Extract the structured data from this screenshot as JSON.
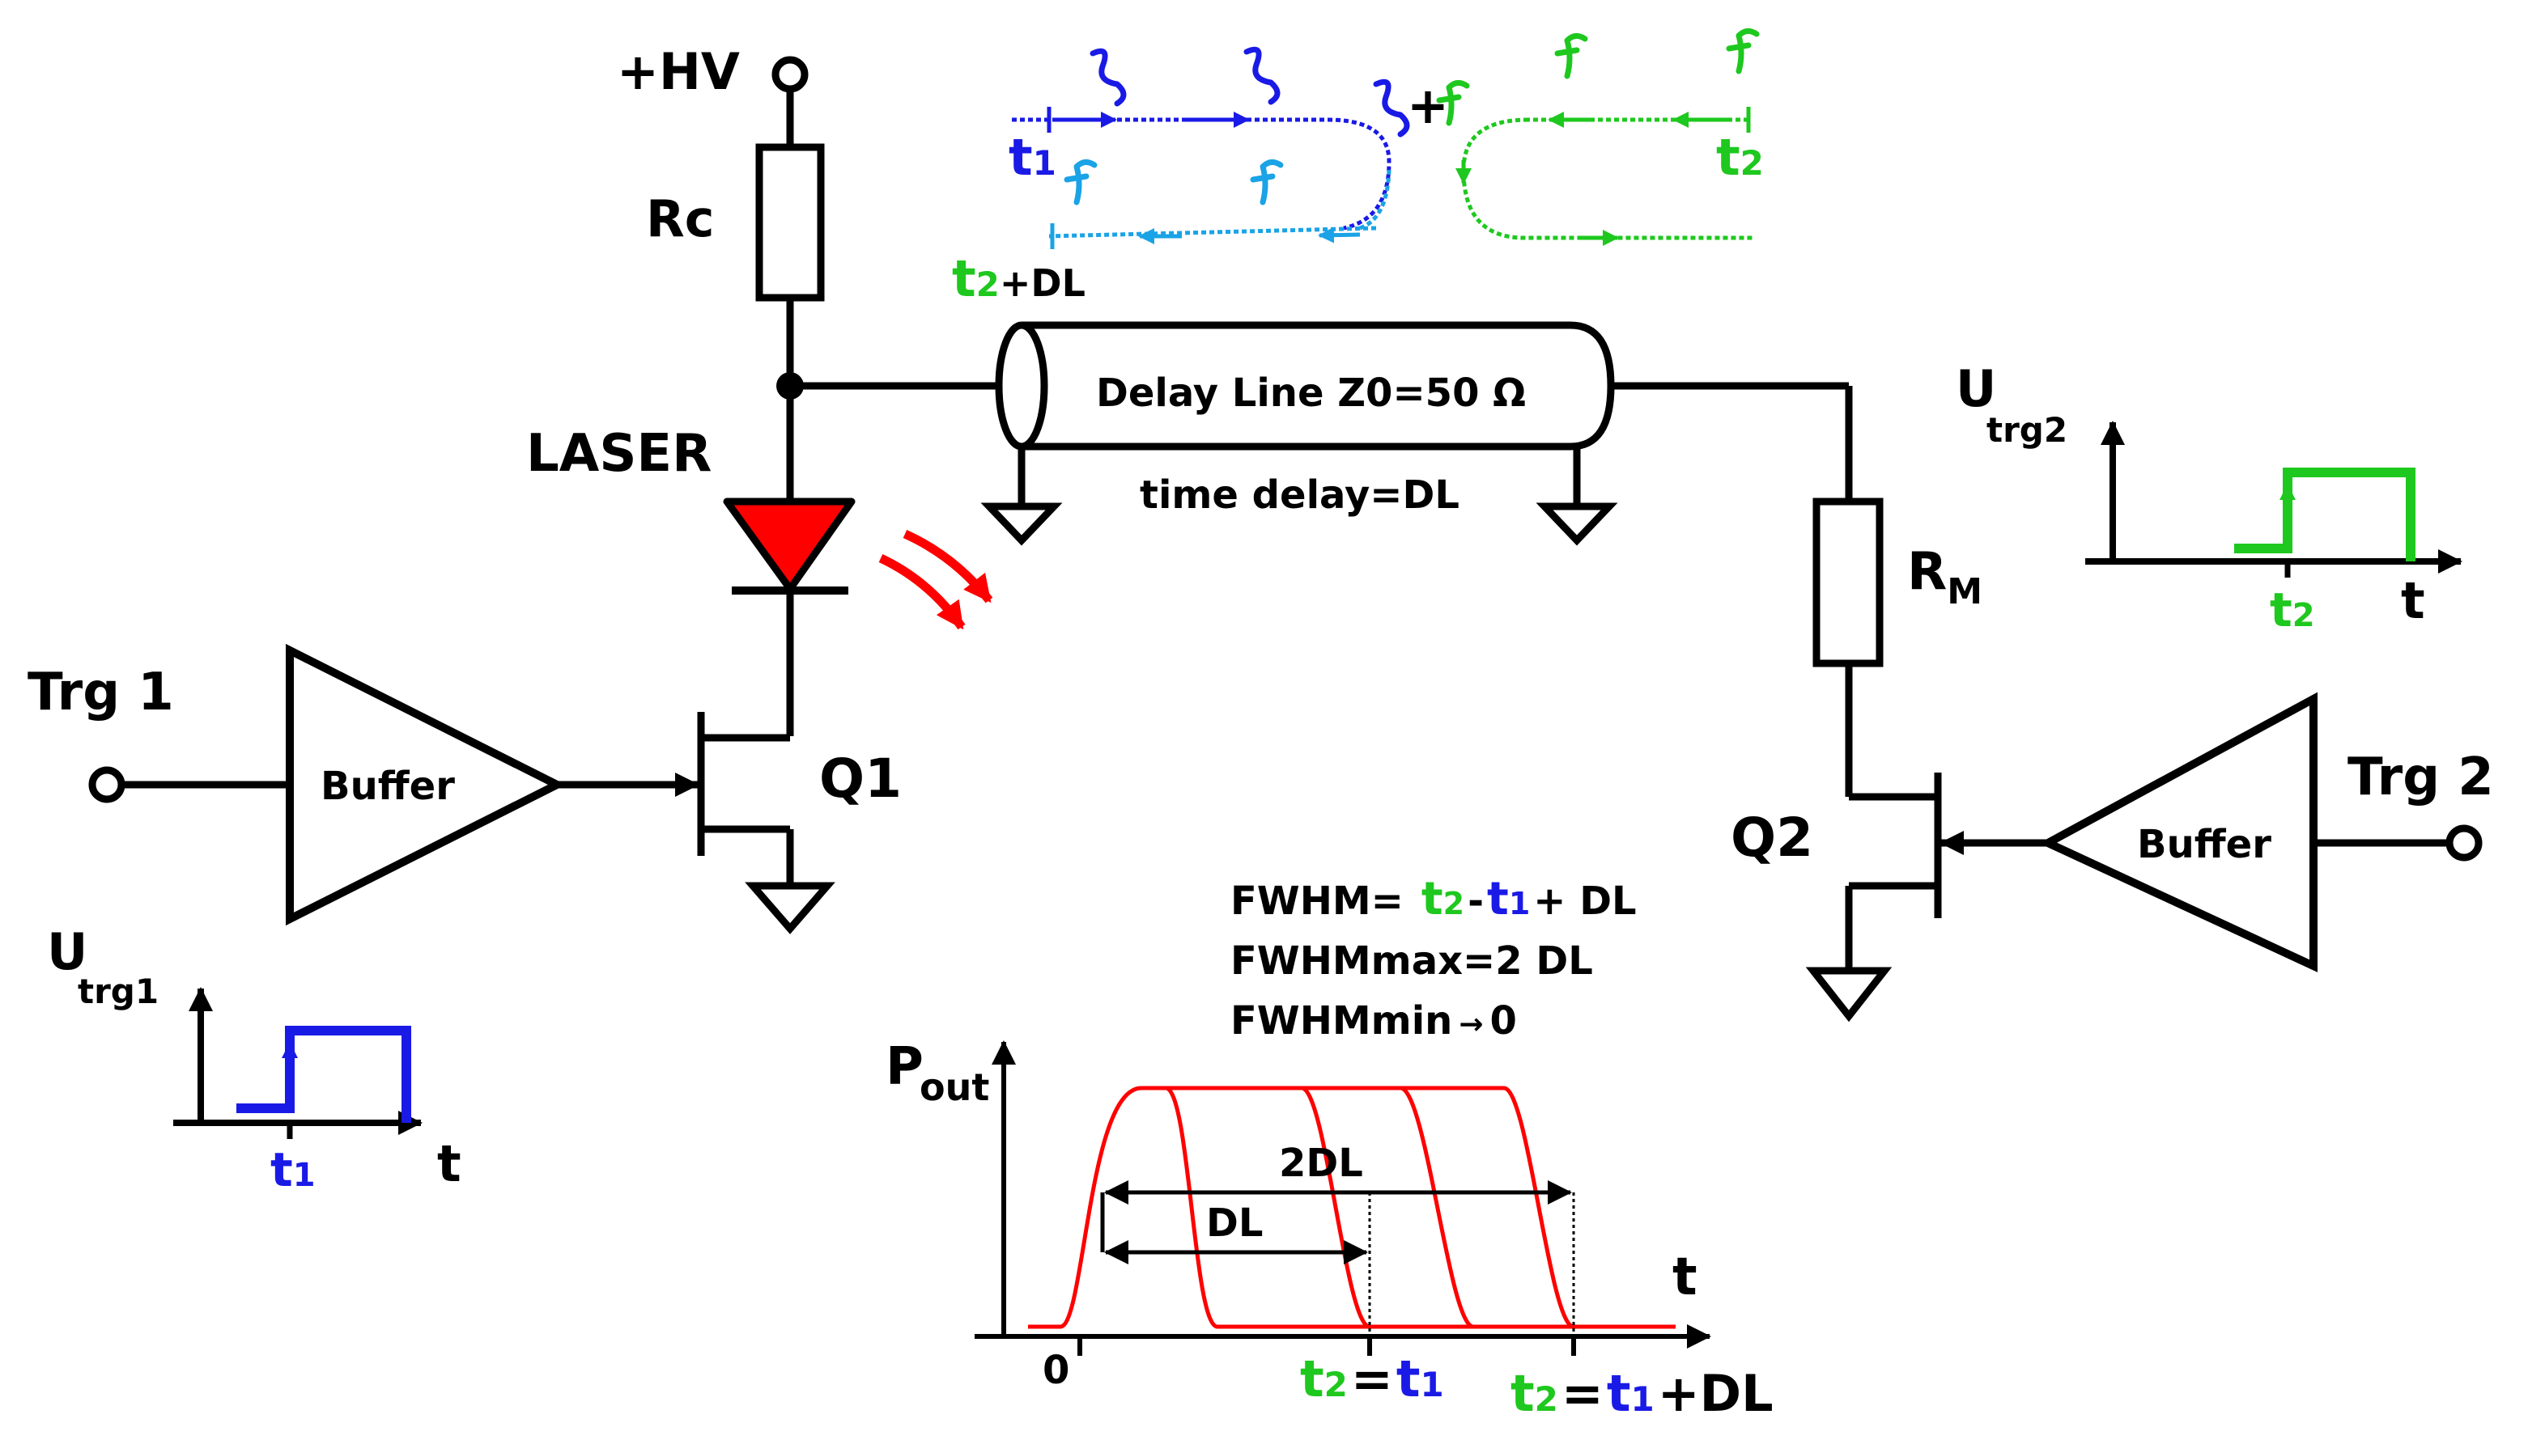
{
  "colors": {
    "ink": "#000000",
    "blue": "#1a1ae6",
    "lightblue": "#1aa3e6",
    "green": "#1ec81e",
    "red": "#ff0000"
  },
  "labels": {
    "hv": "+HV",
    "rc": "Rc",
    "laser": "LASER",
    "trg1": "Trg 1",
    "trg2": "Trg 2",
    "buffer": "Buffer",
    "q1": "Q1",
    "q2": "Q2",
    "rm": "R",
    "rm_sub": "M",
    "delay_line": "Delay Line Z0=50 Ω",
    "time_delay": "time delay=DL",
    "t1_sym": "t",
    "t1_sub": "1",
    "t2_sym": "t",
    "t2_sub": "2",
    "t2_dl": "+DL",
    "plus": "+",
    "u": "U",
    "utrg1_sub": "trg1",
    "utrg2_sub": "trg2",
    "t_axis": "t",
    "fwhm_prefix": "FWHM=",
    "minus": "-",
    "fwhm_suffix": "+ DL",
    "fwhm_max": "FWHMmax=2 DL",
    "fwhm_min": "FWHMmin",
    "fwhm_min_arrow": "→",
    "fwhm_min_value": "0",
    "p": "P",
    "p_sub": "out",
    "zero": "0",
    "two_dl": "2DL",
    "dl": "DL",
    "eq": "=",
    "plus_dl": "+DL"
  }
}
